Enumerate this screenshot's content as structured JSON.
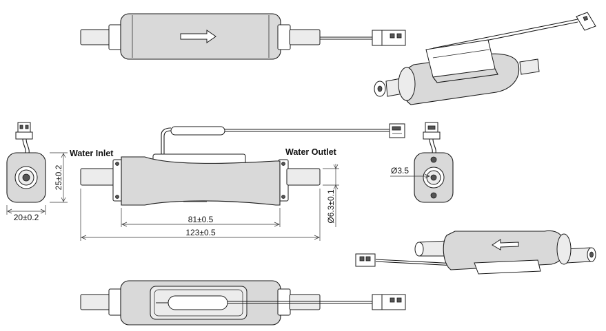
{
  "labels": {
    "inlet": "Water Inlet",
    "outlet": "Water Outlet"
  },
  "dimensions": {
    "height_side": "25±0.2",
    "width_side": "20±0.2",
    "body_length": "81±0.5",
    "total_length": "123±0.5",
    "pipe_diameter": "Ø6.3±0.1",
    "hole_diameter": "Ø3.5"
  }
}
